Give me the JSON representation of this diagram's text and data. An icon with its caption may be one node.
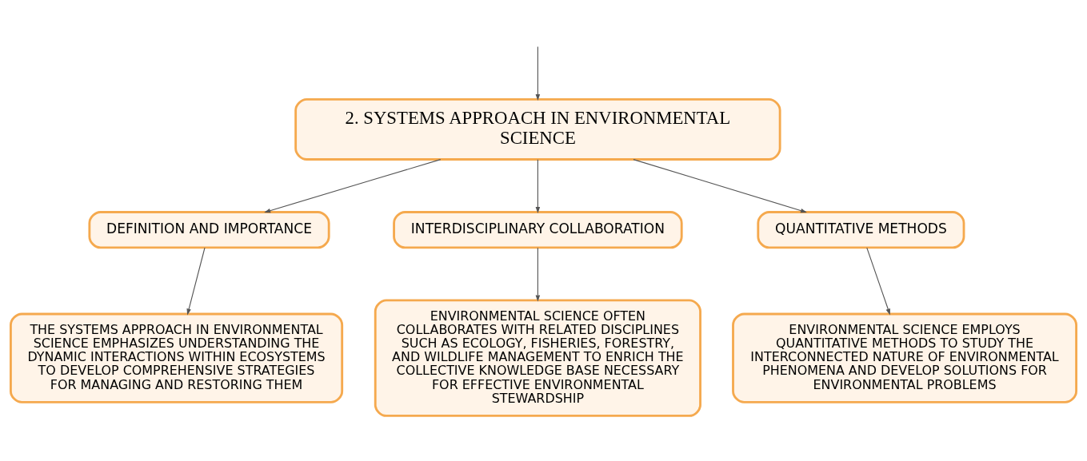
{
  "diagram": {
    "nodes": [
      {
        "text": [
          "2. SYSTEMS APPROACH IN ENVIRONMENTAL SCIENCE"
        ]
      },
      {
        "text": [
          "DEFINITION AND IMPORTANCE"
        ]
      },
      {
        "text": [
          "INTERDISCIPLINARY COLLABORATION"
        ]
      },
      {
        "text": [
          "QUANTITATIVE METHODS"
        ]
      },
      {
        "text": [
          "THE SYSTEMS APPROACH IN ENVIRONMENTAL SCIENCE EMPHASIZES UNDERSTANDING THE DYNAMIC INTERACTIONS WITHIN ECOSYSTEMS TO DEVELOP COMPREHENSIVE STRATEGIES FOR MANAGING AND RESTORING THEM"
        ]
      },
      {
        "text": [
          "ENVIRONMENTAL SCIENCE OFTEN COLLABORATES WITH RELATED DISCIPLINES SUCH AS ECOLOGY, FISHERIES, FORESTRY, AND WILDLIFE MANAGEMENT TO ENRICH THE COLLECTIVE KNOWLEDGE BASE NECESSARY FOR EFFECTIVE ENVIRONMENTAL STEWARDSHIP"
        ]
      },
      {
        "text": [
          "ENVIRONMENTAL SCIENCE EMPLOYS QUANTITATIVE METHODS TO STUDY THE INTERCONNECTED NATURE OF ENVIRONMENTAL PHENOMENA AND DEVELOP SOLUTIONS FOR ENVIRONMENTAL PROBLEMS"
        ]
      }
    ],
    "edges": [
      {
        "from": null,
        "to": 0,
        "arrow": "to"
      },
      {
        "from": 0,
        "to": 1,
        "arrow": "to"
      },
      {
        "from": 0,
        "to": 2,
        "arrow": "to"
      },
      {
        "from": 0,
        "to": 3,
        "arrow": "to"
      },
      {
        "from": 1,
        "to": 4,
        "arrow": "to"
      },
      {
        "from": 2,
        "to": 5,
        "arrow": "to"
      },
      {
        "from": 3,
        "to": 6,
        "arrow": "to"
      }
    ]
  }
}
